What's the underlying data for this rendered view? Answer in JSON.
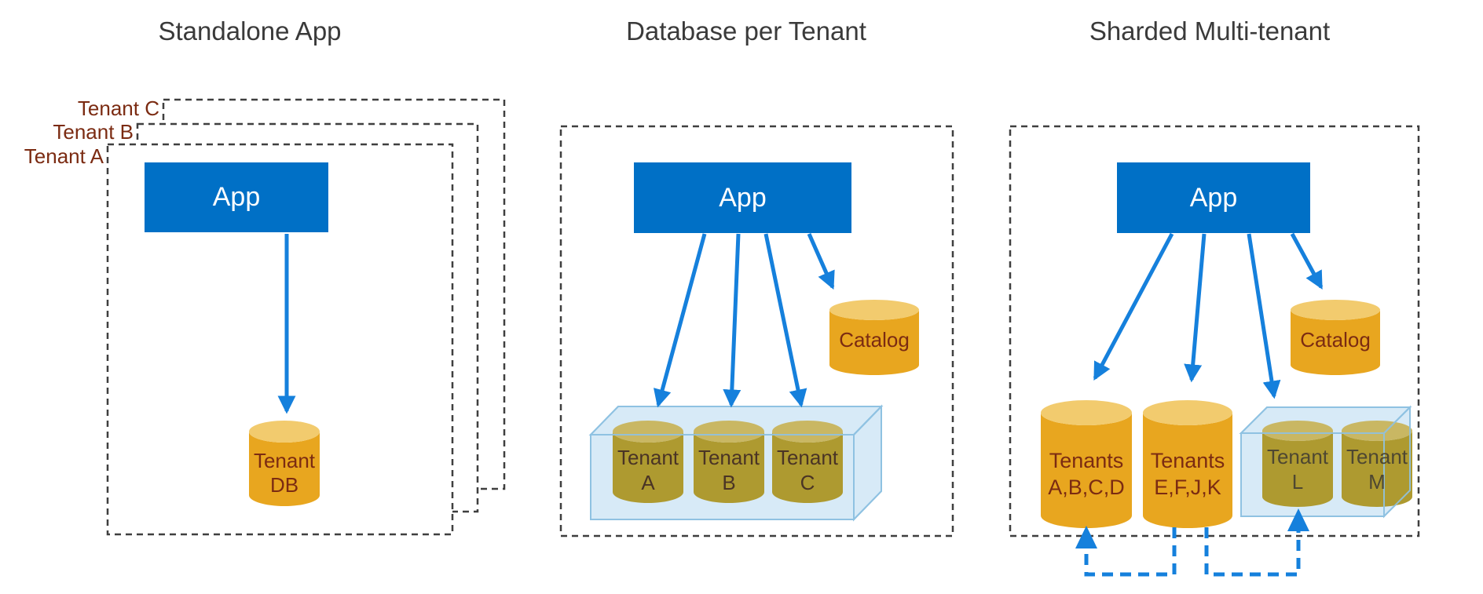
{
  "colors": {
    "app_blue": "#0070C6",
    "arrow_blue": "#1580DC",
    "cyl_body": "#E8A61F",
    "cyl_top": "#F2CB6E",
    "olive_body": "#AE9A30",
    "olive_top": "#C9B763",
    "maroon": "#7B2B12",
    "inbox_text": "#4A3425",
    "lm_text": "#4E4731",
    "box_fill": "#D7EAF7",
    "box_stroke": "#8FC2E2",
    "dash_stroke": "#3F3F3F",
    "title_text": "#3A3A3A"
  },
  "panels": [
    {
      "title": "Standalone App",
      "app_label": "App",
      "stack_labels": [
        {
          "label": "Tenant C"
        },
        {
          "label": "Tenant B"
        },
        {
          "label": "Tenant A"
        }
      ],
      "db": {
        "line1": "Tenant",
        "line2": "DB"
      }
    },
    {
      "title": "Database per Tenant",
      "app_label": "App",
      "catalog_label": "Catalog",
      "tenants": [
        {
          "line1": "Tenant",
          "line2": "A"
        },
        {
          "line1": "Tenant",
          "line2": "B"
        },
        {
          "line1": "Tenant",
          "line2": "C"
        }
      ]
    },
    {
      "title": "Sharded Multi-tenant",
      "app_label": "App",
      "catalog_label": "Catalog",
      "shards": [
        {
          "line1": "Tenants",
          "line2": "A,B,C,D"
        },
        {
          "line1": "Tenants",
          "line2": "E,F,J,K"
        }
      ],
      "boxed": [
        {
          "line1": "Tenant",
          "line2": "L"
        },
        {
          "line1": "Tenant",
          "line2": "M"
        }
      ]
    }
  ]
}
